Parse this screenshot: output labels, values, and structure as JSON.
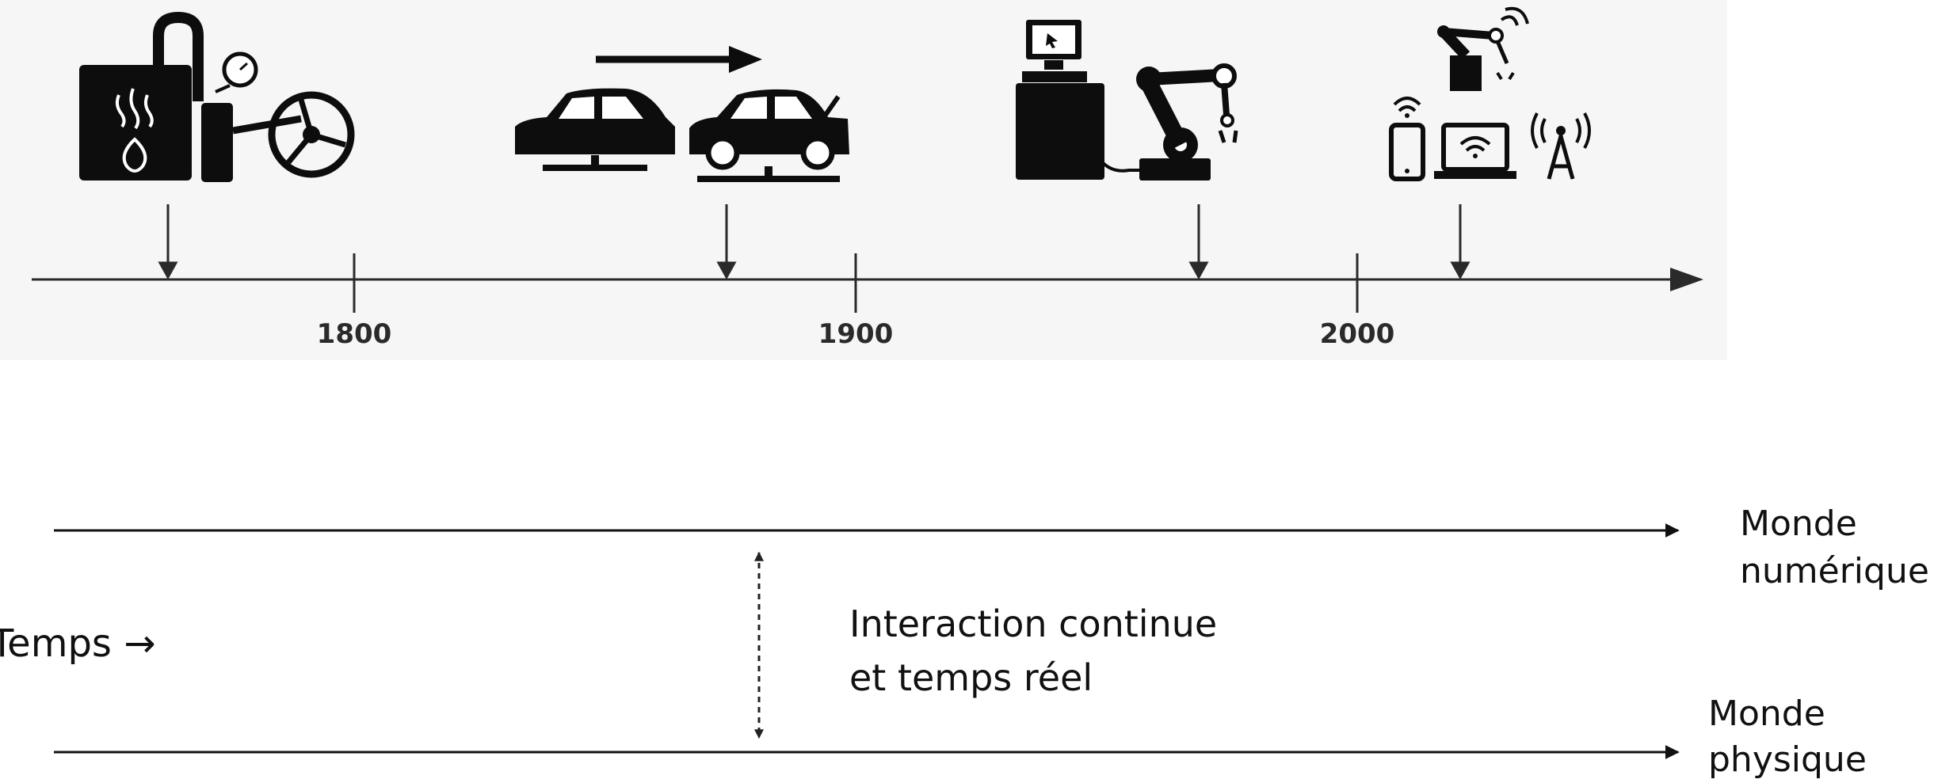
{
  "timeline": {
    "ticks": [
      "1800",
      "1900",
      "2000"
    ],
    "eras": [
      {
        "icon": "steam-engine-icon"
      },
      {
        "icon": "assembly-line-icon"
      },
      {
        "icon": "computer-robot-arm-icon"
      },
      {
        "icon": "connected-devices-robot-icon"
      }
    ]
  },
  "twin": {
    "numeric_line": [
      "Monde",
      "numérique"
    ],
    "physical_line": [
      "Monde",
      "physique"
    ],
    "interaction": [
      "Interaction continue",
      "et temps réel"
    ],
    "time_label": "Temps →"
  },
  "colors": {
    "ink": "#111111",
    "axis": "#2a2a2a",
    "band": "#f5f5f5"
  }
}
